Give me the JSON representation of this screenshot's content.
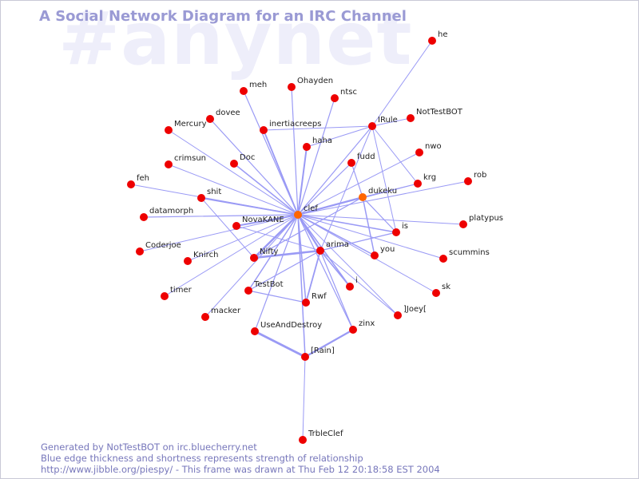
{
  "watermark": "#anynet",
  "title": "A Social Network Diagram for an IRC Channel",
  "footer": {
    "line1": "Generated by NotTestBOT on irc.bluecherry.net",
    "line2": "Blue edge thickness and shortness represents strength of relationship",
    "line3": "http://www.jibble.org/piespy/ - This frame was drawn at Thu Feb 12 20:18:58 EST 2004"
  },
  "colors": {
    "node": "#ee0000",
    "node_highlight": "#ff6600",
    "edge": "#9a9af5",
    "title": "#9a9ad4",
    "watermark": "#eeeefa"
  },
  "nodes": [
    {
      "id": "clef",
      "label": "clef",
      "highlight": true
    },
    {
      "id": "he",
      "label": "he"
    },
    {
      "id": "meh",
      "label": "meh"
    },
    {
      "id": "ohayden",
      "label": "Ohayden"
    },
    {
      "id": "ntsc",
      "label": "ntsc"
    },
    {
      "id": "dovee",
      "label": "dovee"
    },
    {
      "id": "irule",
      "label": "IRule"
    },
    {
      "id": "nottestbot",
      "label": "NotTestBOT"
    },
    {
      "id": "mercury",
      "label": "Mercury"
    },
    {
      "id": "inertiacreeps",
      "label": "inertiacreeps"
    },
    {
      "id": "haha",
      "label": "haha"
    },
    {
      "id": "nwo",
      "label": "nwo"
    },
    {
      "id": "crimsun",
      "label": "crimsun"
    },
    {
      "id": "doc",
      "label": "Doc"
    },
    {
      "id": "fudd",
      "label": "fudd"
    },
    {
      "id": "rob",
      "label": "rob"
    },
    {
      "id": "feh",
      "label": "feh"
    },
    {
      "id": "krg",
      "label": "krg"
    },
    {
      "id": "shit",
      "label": "shit"
    },
    {
      "id": "dukeku",
      "label": "dukeku",
      "highlight": true
    },
    {
      "id": "datamorph",
      "label": "datamorph"
    },
    {
      "id": "novakane",
      "label": "NovaKANE"
    },
    {
      "id": "platypus",
      "label": "platypus"
    },
    {
      "id": "is",
      "label": "is"
    },
    {
      "id": "coderjoe",
      "label": "Coderjoe"
    },
    {
      "id": "arima",
      "label": "arima"
    },
    {
      "id": "you",
      "label": "you"
    },
    {
      "id": "scummins",
      "label": "scummins"
    },
    {
      "id": "knirch",
      "label": "Knirch"
    },
    {
      "id": "nifty",
      "label": "Nifty"
    },
    {
      "id": "i",
      "label": "i"
    },
    {
      "id": "testbot",
      "label": "TestBot"
    },
    {
      "id": "sk",
      "label": "sk"
    },
    {
      "id": "timer",
      "label": "timer"
    },
    {
      "id": "rwf",
      "label": "Rwf"
    },
    {
      "id": "joey",
      "label": "]Joey["
    },
    {
      "id": "macker",
      "label": "macker"
    },
    {
      "id": "useanddestroy",
      "label": "UseAndDestroy"
    },
    {
      "id": "zinx",
      "label": "zinx"
    },
    {
      "id": "rain",
      "label": "[Rain]"
    },
    {
      "id": "trbleclef",
      "label": "TrbleClef"
    }
  ],
  "edges": [
    {
      "source": "clef",
      "target": "meh",
      "weight": 1.2
    },
    {
      "source": "clef",
      "target": "ohayden",
      "weight": 1.2
    },
    {
      "source": "clef",
      "target": "ntsc",
      "weight": 1.2
    },
    {
      "source": "clef",
      "target": "dovee",
      "weight": 1.2
    },
    {
      "source": "clef",
      "target": "irule",
      "weight": 1.2
    },
    {
      "source": "clef",
      "target": "mercury",
      "weight": 1
    },
    {
      "source": "clef",
      "target": "inertiacreeps",
      "weight": 1.8
    },
    {
      "source": "clef",
      "target": "haha",
      "weight": 2
    },
    {
      "source": "clef",
      "target": "crimsun",
      "weight": 1
    },
    {
      "source": "clef",
      "target": "doc",
      "weight": 1.5
    },
    {
      "source": "clef",
      "target": "fudd",
      "weight": 1.2
    },
    {
      "source": "clef",
      "target": "nwo",
      "weight": 1
    },
    {
      "source": "clef",
      "target": "krg",
      "weight": 1
    },
    {
      "source": "clef",
      "target": "rob",
      "weight": 1
    },
    {
      "source": "clef",
      "target": "feh",
      "weight": 1
    },
    {
      "source": "clef",
      "target": "shit",
      "weight": 1.8
    },
    {
      "source": "clef",
      "target": "dukeku",
      "weight": 2.2
    },
    {
      "source": "clef",
      "target": "datamorph",
      "weight": 1.2
    },
    {
      "source": "clef",
      "target": "novakane",
      "weight": 2
    },
    {
      "source": "clef",
      "target": "platypus",
      "weight": 1
    },
    {
      "source": "clef",
      "target": "is",
      "weight": 1.5
    },
    {
      "source": "clef",
      "target": "coderjoe",
      "weight": 1
    },
    {
      "source": "clef",
      "target": "arima",
      "weight": 2.2
    },
    {
      "source": "clef",
      "target": "you",
      "weight": 1.5
    },
    {
      "source": "clef",
      "target": "scummins",
      "weight": 1
    },
    {
      "source": "clef",
      "target": "knirch",
      "weight": 1
    },
    {
      "source": "clef",
      "target": "nifty",
      "weight": 2.5
    },
    {
      "source": "clef",
      "target": "i",
      "weight": 1.5
    },
    {
      "source": "clef",
      "target": "testbot",
      "weight": 1.5
    },
    {
      "source": "clef",
      "target": "sk",
      "weight": 1
    },
    {
      "source": "clef",
      "target": "timer",
      "weight": 1
    },
    {
      "source": "clef",
      "target": "rwf",
      "weight": 1.5
    },
    {
      "source": "clef",
      "target": "joey",
      "weight": 1
    },
    {
      "source": "clef",
      "target": "macker",
      "weight": 1
    },
    {
      "source": "clef",
      "target": "useanddestroy",
      "weight": 1.2
    },
    {
      "source": "clef",
      "target": "rain",
      "weight": 1.5
    },
    {
      "source": "clef",
      "target": "zinx",
      "weight": 1.2
    },
    {
      "source": "irule",
      "target": "he",
      "weight": 1
    },
    {
      "source": "irule",
      "target": "nottestbot",
      "weight": 1
    },
    {
      "source": "irule",
      "target": "haha",
      "weight": 1
    },
    {
      "source": "irule",
      "target": "inertiacreeps",
      "weight": 1
    },
    {
      "source": "irule",
      "target": "krg",
      "weight": 1
    },
    {
      "source": "irule",
      "target": "is",
      "weight": 1
    },
    {
      "source": "irule",
      "target": "arima",
      "weight": 1
    },
    {
      "source": "dukeku",
      "target": "fudd",
      "weight": 1.2
    },
    {
      "source": "dukeku",
      "target": "is",
      "weight": 1.2
    },
    {
      "source": "dukeku",
      "target": "nifty",
      "weight": 1.2
    },
    {
      "source": "dukeku",
      "target": "you",
      "weight": 1.5
    },
    {
      "source": "dukeku",
      "target": "krg",
      "weight": 1
    },
    {
      "source": "arima",
      "target": "nifty",
      "weight": 2.5
    },
    {
      "source": "arima",
      "target": "rwf",
      "weight": 1.8
    },
    {
      "source": "arima",
      "target": "i",
      "weight": 1.5
    },
    {
      "source": "arima",
      "target": "testbot",
      "weight": 1.2
    },
    {
      "source": "arima",
      "target": "is",
      "weight": 1.2
    },
    {
      "source": "arima",
      "target": "joey",
      "weight": 1
    },
    {
      "source": "arima",
      "target": "novakane",
      "weight": 1
    },
    {
      "source": "nifty",
      "target": "shit",
      "weight": 1
    },
    {
      "source": "testbot",
      "target": "rwf",
      "weight": 1.2
    },
    {
      "source": "useanddestroy",
      "target": "rain",
      "weight": 2.8
    },
    {
      "source": "rain",
      "target": "zinx",
      "weight": 2.2
    },
    {
      "source": "rain",
      "target": "trbleclef",
      "weight": 1
    },
    {
      "source": "zinx",
      "target": "arima",
      "weight": 1.2
    }
  ]
}
